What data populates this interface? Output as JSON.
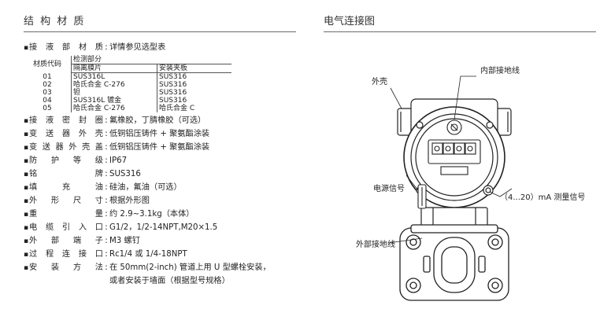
{
  "left": {
    "title": "结 构 材 质"
  },
  "right": {
    "title": "电气连接图"
  },
  "specs": {
    "wetted": {
      "label": "接 液 部 材 质",
      "value": "详情参见选型表"
    },
    "table": {
      "col_code": "材质代码",
      "group_header": "检测部分",
      "col_diaphragm": "隔离膜片",
      "col_flange": "安装夹板",
      "rows": [
        {
          "code": "01",
          "diaphragm": "SUS316L",
          "flange": "SUS316"
        },
        {
          "code": "02",
          "diaphragm": "哈氏合金 C-276",
          "flange": "SUS316"
        },
        {
          "code": "03",
          "diaphragm": "钽",
          "flange": "SUS316"
        },
        {
          "code": "04",
          "diaphragm": "SUS316L 镀金",
          "flange": "SUS316"
        },
        {
          "code": "05",
          "diaphragm": "哈氏合金 C-276",
          "flange": "哈氏合金 C"
        }
      ]
    },
    "lines": [
      {
        "label": "接 液 密 封 圈",
        "value": "氟橡胶，丁腈橡胶（可选）"
      },
      {
        "label": "变 送 器 外 壳",
        "value": "低铜铝压铸件 + 聚氨酯涂装"
      },
      {
        "label": "变送器外壳盖",
        "value": "低铜铝压铸件 + 聚氨酯涂装"
      },
      {
        "label": "防 护 等 级",
        "value": "IP67"
      },
      {
        "label": "铭 牌",
        "value": "SUS316"
      },
      {
        "label": "填 充 油",
        "value": "硅油，氟油（可选）"
      },
      {
        "label": "外 形 尺 寸",
        "value": "根据外形图"
      },
      {
        "label": "重 量",
        "value": "约 2.9~3.1kg（本体）"
      },
      {
        "label": "电 缆 引 入 口",
        "value": "G1/2，1/2-14NPT,M20×1.5"
      },
      {
        "label": "外 部 端 子",
        "value": "M3 螺钉"
      },
      {
        "label": "过 程 连 接 口",
        "value": "Rc1/4 或 1/4-18NPT"
      },
      {
        "label": "安 装 方 法",
        "value": "在 50mm(2-inch) 管道上用 U 型螺栓安装，"
      }
    ],
    "mount_continuation": "或者安装于墙面（根据型号规格）"
  },
  "diagram": {
    "labels": {
      "internal_ground": "内部接地线",
      "housing": "外壳",
      "power_signal": "电源信号",
      "measure_signal": "（4...20）mA 测量信号",
      "external_ground": "外部接地线"
    }
  }
}
